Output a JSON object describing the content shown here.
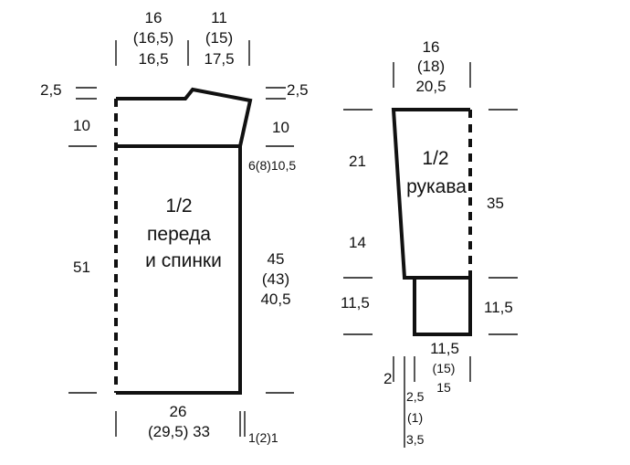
{
  "colors": {
    "ink": "#111111",
    "background": "#ffffff"
  },
  "body_piece": {
    "title_line1": "1/2",
    "title_line2": "переда",
    "title_line3": "и спинки",
    "top_left_width": [
      "16",
      "(16,5)",
      "16,5"
    ],
    "top_right_width": [
      "11",
      "(15)",
      "17,5"
    ],
    "left_shoulder_drop": "2,5",
    "right_shoulder_drop": "2,5",
    "left_armhole_depth": "10",
    "right_armhole_depth": "10",
    "armhole_decrease": "6(8)10,5",
    "left_body_height": "51",
    "right_side_height": [
      "45",
      "(43)",
      "40,5"
    ],
    "bottom_width": "26",
    "bottom_width_sizes": "(29,5) 33",
    "bottom_offset": "1(2)1"
  },
  "sleeve_piece": {
    "title_line1": "1/2",
    "title_line2": "рукава",
    "top_width": [
      "16",
      "(18)",
      "20,5"
    ],
    "left_upper_height": "21",
    "left_middle_height": "14",
    "left_lower_height": "11,5",
    "right_total_height": "35",
    "right_lower_height": "11,5",
    "bottom_width": [
      "11,5",
      "(15)",
      "15"
    ],
    "bottom_left_offset": "2",
    "bottom_left_sizes": [
      "2,5",
      "(1)",
      "3,5"
    ]
  }
}
